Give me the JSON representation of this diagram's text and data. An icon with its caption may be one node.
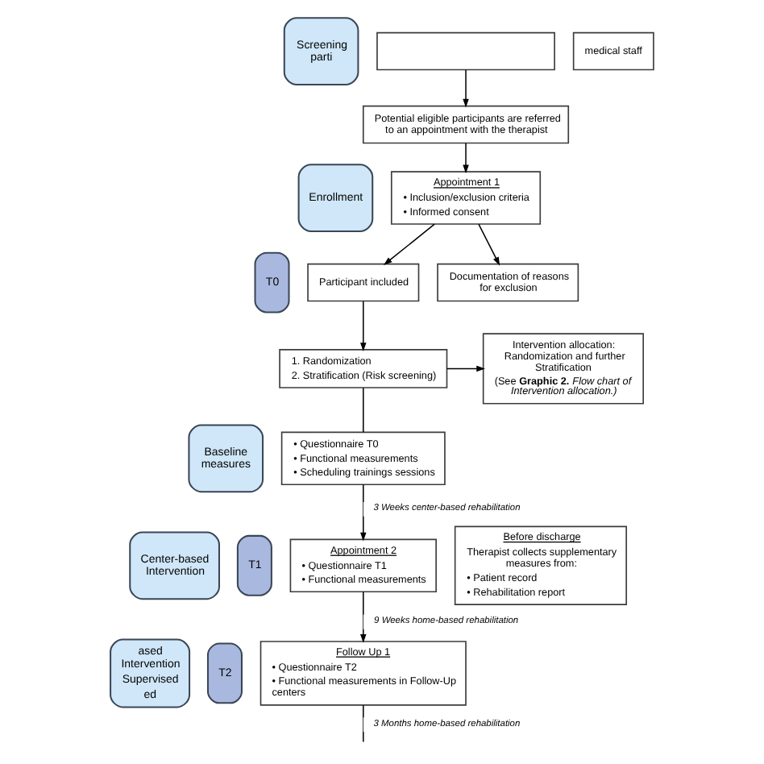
{
  "diagram": {
    "nodes": [
      {
        "text": [
          "Screening parti"
        ]
      },
      {
        "text": [
          "Enrollment"
        ]
      },
      {
        "text": [
          "Baseline measures"
        ]
      },
      {
        "text": [
          "T0"
        ]
      },
      {
        "text": [
          "Center-based Intervention"
        ]
      },
      {
        "text": [
          "T1"
        ]
      },
      {
        "text": [
          "ased Intervention",
          "Supervised",
          "ed"
        ]
      },
      {
        "text": [
          "T2"
        ]
      },
      {
        "text": [],
        "shape": "box"
      },
      {
        "text": [
          "medical staff"
        ]
      },
      {
        "text": [
          "Potential eligible participants are referred to an appointment with the therapist"
        ]
      },
      {
        "text": [
          "Appointment 1",
          "• Inclusion/exclusion criteria",
          "• Informed consent"
        ]
      },
      {
        "text": [
          "Documentation of reasons for exclusion"
        ]
      },
      {
        "text": [
          "Participant included"
        ]
      },
      {
        "text": [
          "1. Randomization",
          "2. Stratification (Risk screening)"
        ]
      },
      {
        "text": [
          "Intervention allocation: Randomization and further Stratification",
          "(See **Graphic 2.** *Flow chart of Intervention allocation.)*"
        ]
      },
      {
        "text": [
          "• Questionnaire T0",
          "• Functional measurements",
          "• Scheduling trainings sessions"
        ]
      },
      {
        "text": [
          "Appointment 2",
          "• Questionnaire T1",
          "• Functional measurements"
        ]
      },
      {
        "text": [
          "Before discharge",
          "Therapist collects supplementary measures from:",
          "• Patient record",
          "• Rehabilitation report"
        ]
      },
      {
        "text": [
          "Follow Up 1",
          "• Questionnaire T2",
          "• Functional measurements in Follow-Up centers"
        ]
      }
    ],
    "edges": [
      {
        "from": 8,
        "to": 10,
        "arrow": "to"
      },
      {
        "from": 10,
        "to": 11,
        "arrow": "to"
      },
      {
        "from": 11,
        "to": 13,
        "arrow": "to"
      },
      {
        "from": 11,
        "to": 12,
        "arrow": "to"
      },
      {
        "from": 13,
        "to": 14,
        "arrow": "to"
      },
      {
        "from": 14,
        "to": 15,
        "arrow": "to"
      },
      {
        "from": 14,
        "to": 16,
        "arrow": "none"
      },
      {
        "from": 16,
        "to": 17,
        "arrow": "to",
        "label": "3 Weeks center-based rehabilitation"
      },
      {
        "from": 17,
        "to": 19,
        "arrow": "to",
        "label": "9 Weeks home-based rehabilitation"
      },
      {
        "from": 19,
        "to": null,
        "arrow": "none",
        "label": "3 Months home-based rehabilitation"
      }
    ]
  }
}
